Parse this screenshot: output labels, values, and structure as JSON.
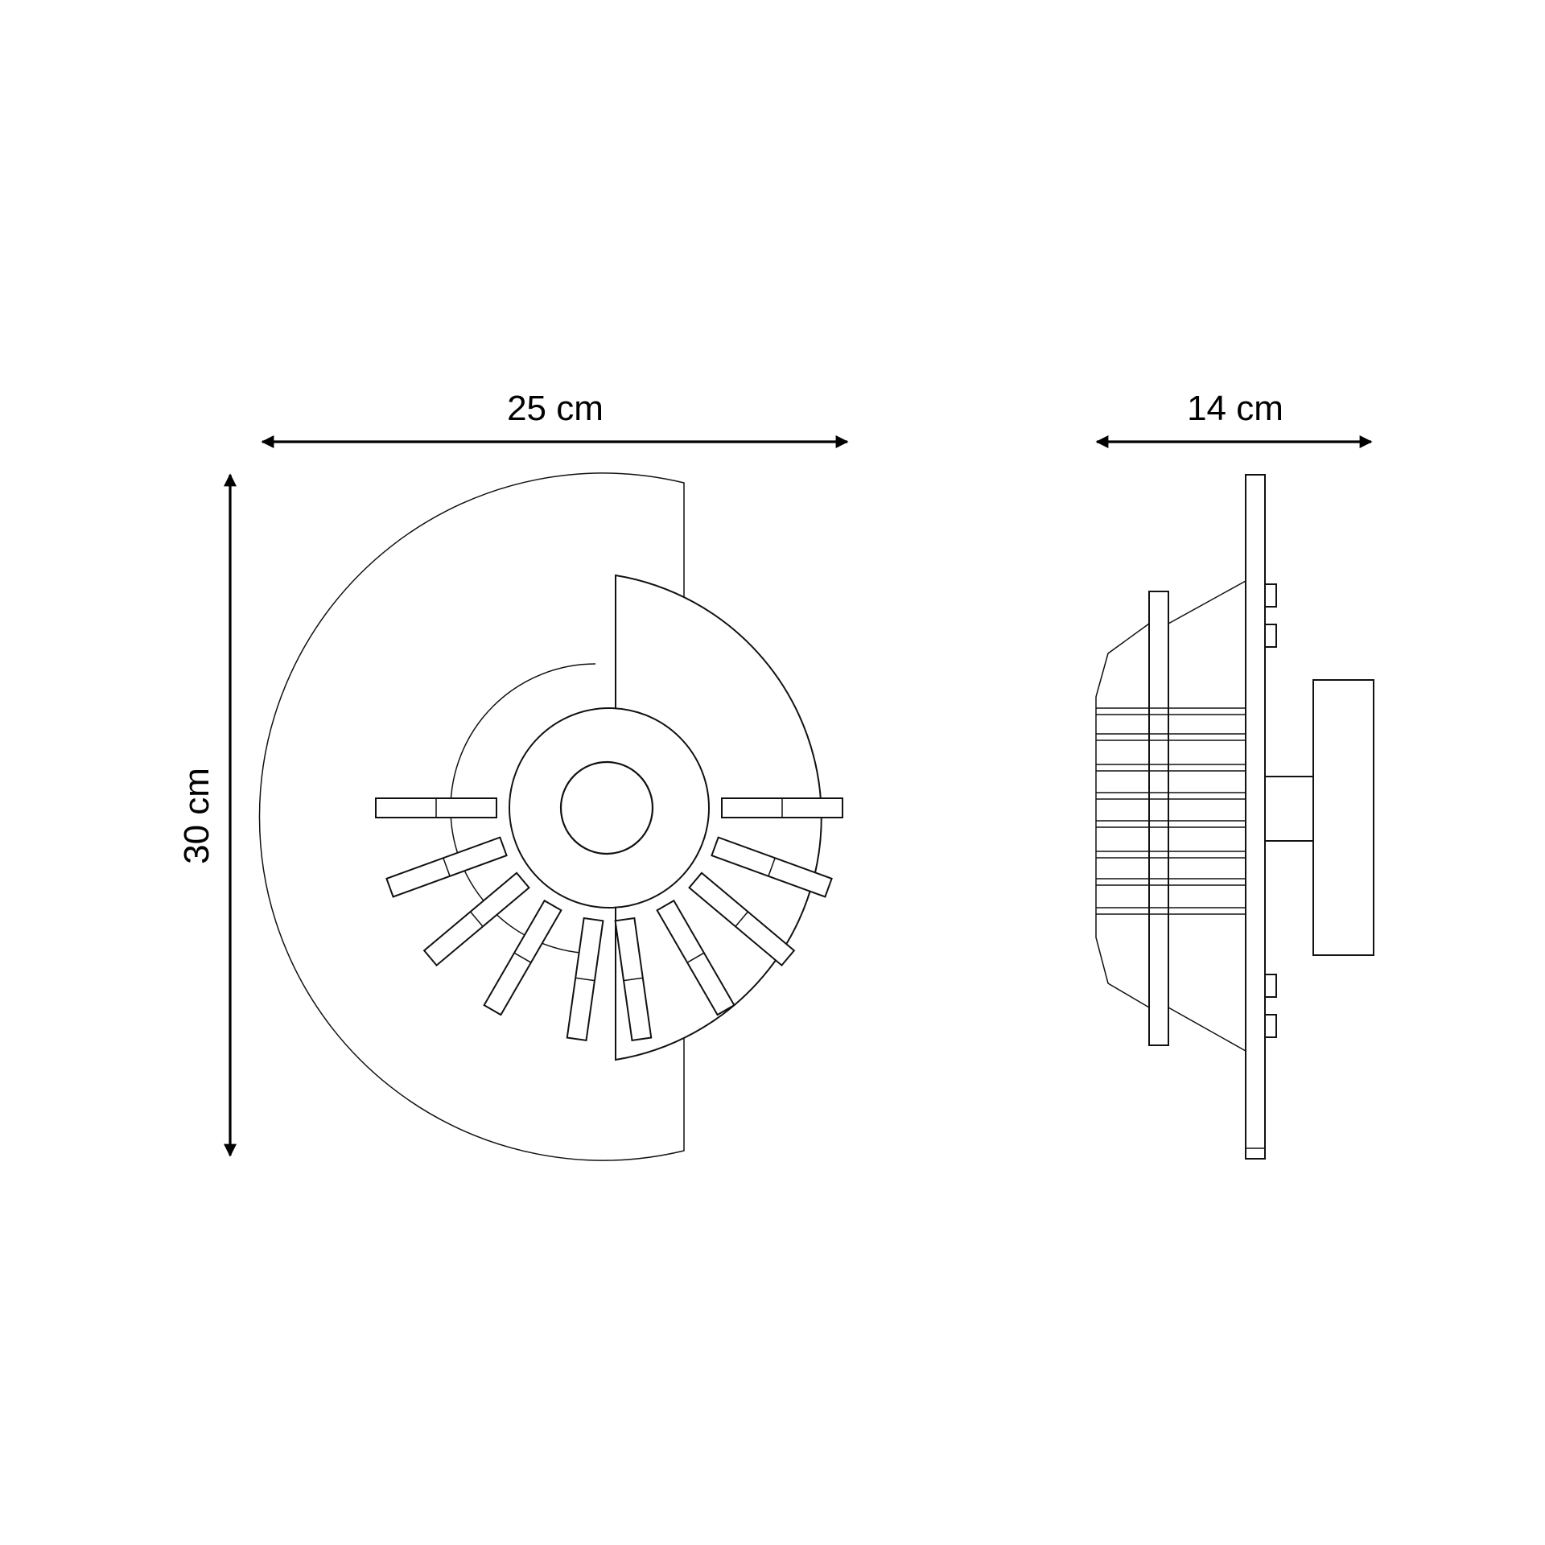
{
  "dimensions": {
    "front_width": "25 cm",
    "front_height": "30 cm",
    "side_depth": "14 cm"
  },
  "colors": {
    "stroke": "#111111",
    "background": "#ffffff"
  }
}
